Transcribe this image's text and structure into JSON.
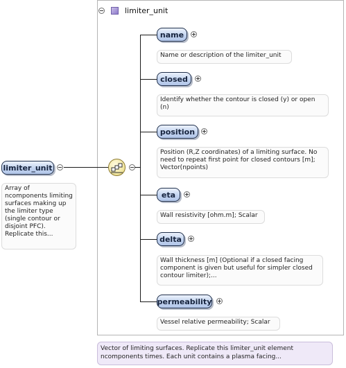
{
  "root": {
    "label": "limiter_unit",
    "description": "Array of ncomponents limiting surfaces making up the limiter type (single contour or disjoint PFC). Replicate this..."
  },
  "header": {
    "label": "limiter_unit"
  },
  "children": [
    {
      "label": "name",
      "description": "Name or description of the limiter_unit"
    },
    {
      "label": "closed",
      "description": "Identify whether the contour is closed (y) or open (n)"
    },
    {
      "label": "position",
      "description": "Position (R,Z coordinates) of a limiting surface. No need to repeat first point for closed contours [m]; Vector(npoints)"
    },
    {
      "label": "eta",
      "description": "Wall resistivity [ohm.m]; Scalar"
    },
    {
      "label": "delta",
      "description": "Wall thickness [m] (Optional if a closed facing component is given but useful for simpler closed contour limiter);..."
    },
    {
      "label": "permeability",
      "description": "Vessel relative permeability; Scalar"
    }
  ],
  "footer": {
    "description": "Vector of limiting surfaces. Replicate this limiter_unit element ncomponents times. Each unit contains a plasma facing..."
  }
}
